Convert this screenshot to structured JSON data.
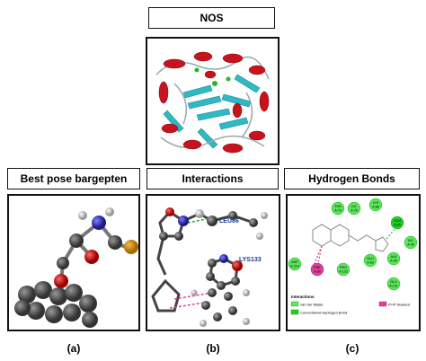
{
  "title": "NOS",
  "headers": {
    "left": "Best pose bargepten",
    "middle": "Interactions",
    "right": "Hydrogen Bonds"
  },
  "captions": {
    "a": "(a)",
    "b": "(b)",
    "c": "(c)"
  },
  "interactions_panel": {
    "residue_labels": [
      "LEU86",
      "LYS133"
    ]
  },
  "hbond_panel": {
    "residues": [
      "THR\nA:79",
      "ILE\nA:78",
      "LYS\nA:86",
      "GLN\nA:85",
      "ILE\nA:45",
      "ASP\nA:210",
      "PHE\nA:80",
      "PRO\nA:133",
      "GLU\nA:83",
      "ALA\nA:95",
      "GLU\nA:131"
    ],
    "legend_title": "Interactions",
    "legend_items": [
      "van der Waals",
      "Conventional Hydrogen Bond",
      "Pi-Pi Stacked"
    ],
    "colors": {
      "vdw": "#5be55b",
      "hbond": "#22cc22",
      "pipi": "#e0409a"
    }
  }
}
